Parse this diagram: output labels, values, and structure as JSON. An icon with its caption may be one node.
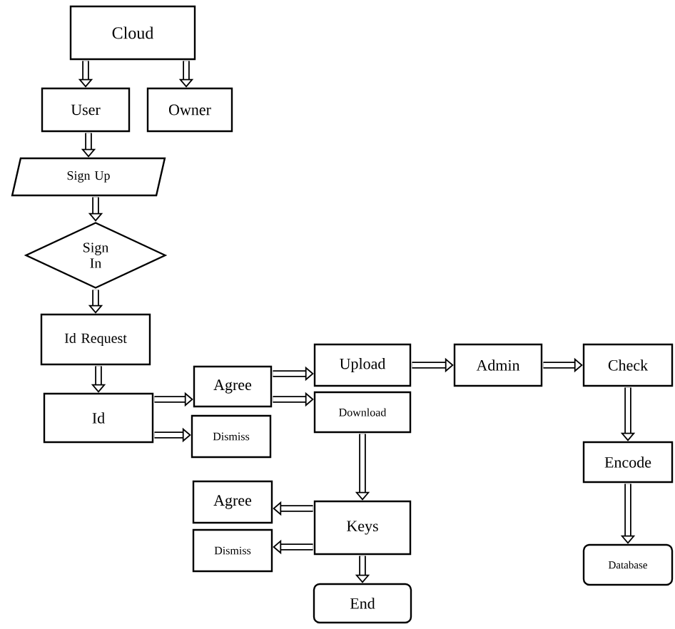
{
  "diagram": {
    "nodes": [
      {
        "text": [
          "Cloud"
        ]
      },
      {
        "text": [
          "User"
        ]
      },
      {
        "text": [
          "Owner"
        ]
      },
      {
        "text": [
          "Sign Up"
        ]
      },
      {
        "text": [
          "Sign In"
        ]
      },
      {
        "text": [
          "Id Request"
        ]
      },
      {
        "text": [
          "Id"
        ]
      },
      {
        "text": [
          "Agree"
        ]
      },
      {
        "text": [
          "Dismiss"
        ]
      },
      {
        "text": [
          "Upload"
        ]
      },
      {
        "text": [
          "Download"
        ]
      },
      {
        "text": [
          "Admin"
        ]
      },
      {
        "text": [
          "Check"
        ]
      },
      {
        "text": [
          "Encode"
        ]
      },
      {
        "text": [
          "Database"
        ]
      },
      {
        "text": [
          "Agree"
        ]
      },
      {
        "text": [
          "Dismiss"
        ]
      },
      {
        "text": [
          "Keys"
        ]
      },
      {
        "text": [
          "End"
        ]
      }
    ],
    "edges": [
      {
        "from": 0,
        "to": 1,
        "arrow": "to"
      },
      {
        "from": 0,
        "to": 2,
        "arrow": "to"
      },
      {
        "from": 1,
        "to": 3,
        "arrow": "to"
      },
      {
        "from": 3,
        "to": 4,
        "arrow": "to"
      },
      {
        "from": 4,
        "to": 5,
        "arrow": "to"
      },
      {
        "from": 5,
        "to": 6,
        "arrow": "to"
      },
      {
        "from": 6,
        "to": 7,
        "arrow": "to"
      },
      {
        "from": 6,
        "to": 8,
        "arrow": "to"
      },
      {
        "from": 7,
        "to": 9,
        "arrow": "to"
      },
      {
        "from": 7,
        "to": 10,
        "arrow": "to"
      },
      {
        "from": 9,
        "to": 11,
        "arrow": "to"
      },
      {
        "from": 11,
        "to": 12,
        "arrow": "to"
      },
      {
        "from": 12,
        "to": 13,
        "arrow": "to"
      },
      {
        "from": 13,
        "to": 14,
        "arrow": "to"
      },
      {
        "from": 10,
        "to": 17,
        "arrow": "to"
      },
      {
        "from": 17,
        "to": 15,
        "arrow": "to"
      },
      {
        "from": 17,
        "to": 16,
        "arrow": "to"
      },
      {
        "from": 17,
        "to": 18,
        "arrow": "to"
      }
    ]
  }
}
